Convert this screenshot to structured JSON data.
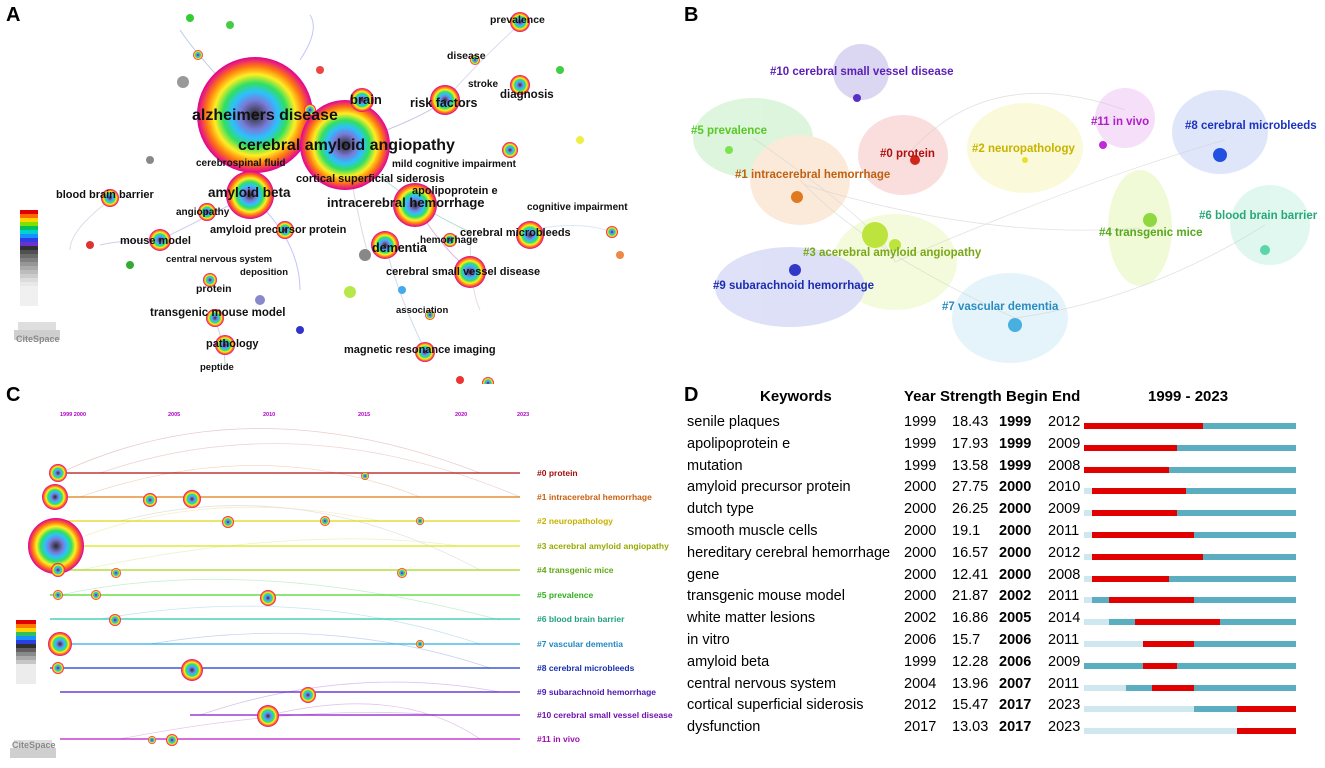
{
  "panels": {
    "a": "A",
    "b": "B",
    "c": "C",
    "d": "D"
  },
  "citespace_logo": "CiteSpace",
  "colors": {
    "red": "#e00000",
    "teal": "#5aaec0",
    "pale": "#cfe8ef"
  },
  "panel_a": {
    "labels": [
      "alzheimers disease",
      "cerebral amyloid angiopathy",
      "amyloid beta",
      "brain",
      "risk factors",
      "diagnosis",
      "prevalence",
      "disease",
      "stroke",
      "cerebrospinal fluid",
      "mild cognitive impairment",
      "cortical superficial siderosis",
      "apolipoprotein e",
      "intracerebral hemorrhage",
      "blood brain barrier",
      "angiopathy",
      "amyloid precursor protein",
      "cognitive impairment",
      "cerebral microbleeds",
      "mouse model",
      "dementia",
      "hemorrhage",
      "central nervous system",
      "deposition",
      "cerebral small vessel disease",
      "protein",
      "transgenic mouse model",
      "association",
      "pathology",
      "magnetic resonance imaging",
      "peptide"
    ]
  },
  "panel_b": {
    "clusters": [
      "#10 cerebral small vessel disease",
      "#5 prevalence",
      "#0 protein",
      "#2 neuropathology",
      "#11 in vivo",
      "#8 cerebral microbleeds",
      "#1 intracerebral hemorrhage",
      "#6 blood brain barrier",
      "#4 transgenic mice",
      "#3 acerebral amyloid angiopathy",
      "#9 subarachnoid hemorrhage",
      "#7 vascular dementia"
    ]
  },
  "panel_c": {
    "years": [
      "1999 2000",
      "2005",
      "2010",
      "2015",
      "2020",
      "2023"
    ],
    "clusters": [
      "#0 protein",
      "#1 intracerebral hemorrhage",
      "#2 neuropathology",
      "#3 acerebral amyloid angiopathy",
      "#4 transgenic mice",
      "#5 prevalence",
      "#6 blood brain barrier",
      "#7 vascular dementia",
      "#8 cerebral microbleeds",
      "#9 subarachnoid hemorrhage",
      "#10 cerebral small vessel disease",
      "#11 in vivo"
    ]
  },
  "chart_data": {
    "type": "table",
    "title": "1999 - 2023",
    "columns": [
      "Keywords",
      "Year",
      "Strength",
      "Begin",
      "End",
      "1999 - 2023"
    ],
    "range": [
      1999,
      2023
    ],
    "rows": [
      {
        "keyword": "senile plaques",
        "year": 1999,
        "strength": "18.43",
        "begin": 1999,
        "end": 2012
      },
      {
        "keyword": "apolipoprotein e",
        "year": 1999,
        "strength": "17.93",
        "begin": 1999,
        "end": 2009
      },
      {
        "keyword": "mutation",
        "year": 1999,
        "strength": "13.58",
        "begin": 1999,
        "end": 2008
      },
      {
        "keyword": "amyloid precursor protein",
        "year": 2000,
        "strength": "27.75",
        "begin": 2000,
        "end": 2010
      },
      {
        "keyword": "dutch type",
        "year": 2000,
        "strength": "26.25",
        "begin": 2000,
        "end": 2009
      },
      {
        "keyword": "smooth muscle cells",
        "year": 2000,
        "strength": "19.1",
        "begin": 2000,
        "end": 2011
      },
      {
        "keyword": "hereditary cerebral hemorrhage",
        "year": 2000,
        "strength": "16.57",
        "begin": 2000,
        "end": 2012
      },
      {
        "keyword": "gene",
        "year": 2000,
        "strength": "12.41",
        "begin": 2000,
        "end": 2008
      },
      {
        "keyword": "transgenic mouse model",
        "year": 2000,
        "strength": "21.87",
        "begin": 2002,
        "end": 2011
      },
      {
        "keyword": "white matter lesions",
        "year": 2002,
        "strength": "16.86",
        "begin": 2005,
        "end": 2014
      },
      {
        "keyword": "in vitro",
        "year": 2006,
        "strength": "15.7",
        "begin": 2006,
        "end": 2011
      },
      {
        "keyword": "amyloid beta",
        "year": 1999,
        "strength": "12.28",
        "begin": 2006,
        "end": 2009
      },
      {
        "keyword": "central nervous system",
        "year": 2004,
        "strength": "13.96",
        "begin": 2007,
        "end": 2011
      },
      {
        "keyword": "cortical superficial siderosis",
        "year": 2012,
        "strength": "15.47",
        "begin": 2017,
        "end": 2023
      },
      {
        "keyword": "dysfunction",
        "year": 2017,
        "strength": "13.03",
        "begin": 2017,
        "end": 2023
      }
    ]
  }
}
